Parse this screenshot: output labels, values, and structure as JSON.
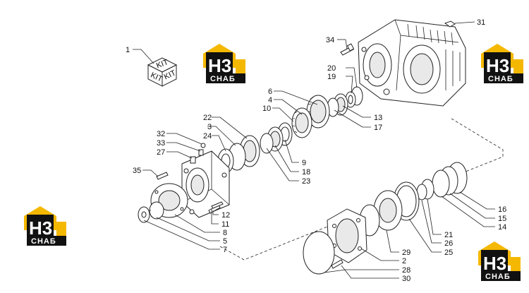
{
  "kit_label": "KIT",
  "brand": {
    "logo_top": "H3",
    "logo_bottom": "СНАБ",
    "yellow": "#f5b800",
    "black": "#111111"
  },
  "parts": [
    {
      "id": "p1",
      "label": "1"
    },
    {
      "id": "p2",
      "label": "2"
    },
    {
      "id": "p3",
      "label": "3"
    },
    {
      "id": "p4",
      "label": "4"
    },
    {
      "id": "p5",
      "label": "5"
    },
    {
      "id": "p6",
      "label": "6"
    },
    {
      "id": "p7",
      "label": "7"
    },
    {
      "id": "p8",
      "label": "8"
    },
    {
      "id": "p9",
      "label": "9"
    },
    {
      "id": "p10",
      "label": "10"
    },
    {
      "id": "p11",
      "label": "11"
    },
    {
      "id": "p12",
      "label": "12"
    },
    {
      "id": "p13",
      "label": "13"
    },
    {
      "id": "p14",
      "label": "14"
    },
    {
      "id": "p15",
      "label": "15"
    },
    {
      "id": "p16",
      "label": "16"
    },
    {
      "id": "p17",
      "label": "17"
    },
    {
      "id": "p18",
      "label": "18"
    },
    {
      "id": "p19",
      "label": "19"
    },
    {
      "id": "p20",
      "label": "20"
    },
    {
      "id": "p21",
      "label": "21"
    },
    {
      "id": "p22",
      "label": "22"
    },
    {
      "id": "p23",
      "label": "23"
    },
    {
      "id": "p24",
      "label": "24"
    },
    {
      "id": "p25",
      "label": "25"
    },
    {
      "id": "p26",
      "label": "26"
    },
    {
      "id": "p27",
      "label": "27"
    },
    {
      "id": "p28",
      "label": "28"
    },
    {
      "id": "p29",
      "label": "29"
    },
    {
      "id": "p30",
      "label": "30"
    },
    {
      "id": "p31",
      "label": "31"
    },
    {
      "id": "p32",
      "label": "32"
    },
    {
      "id": "p33",
      "label": "33"
    },
    {
      "id": "p34",
      "label": "34"
    },
    {
      "id": "p35",
      "label": "35"
    }
  ]
}
